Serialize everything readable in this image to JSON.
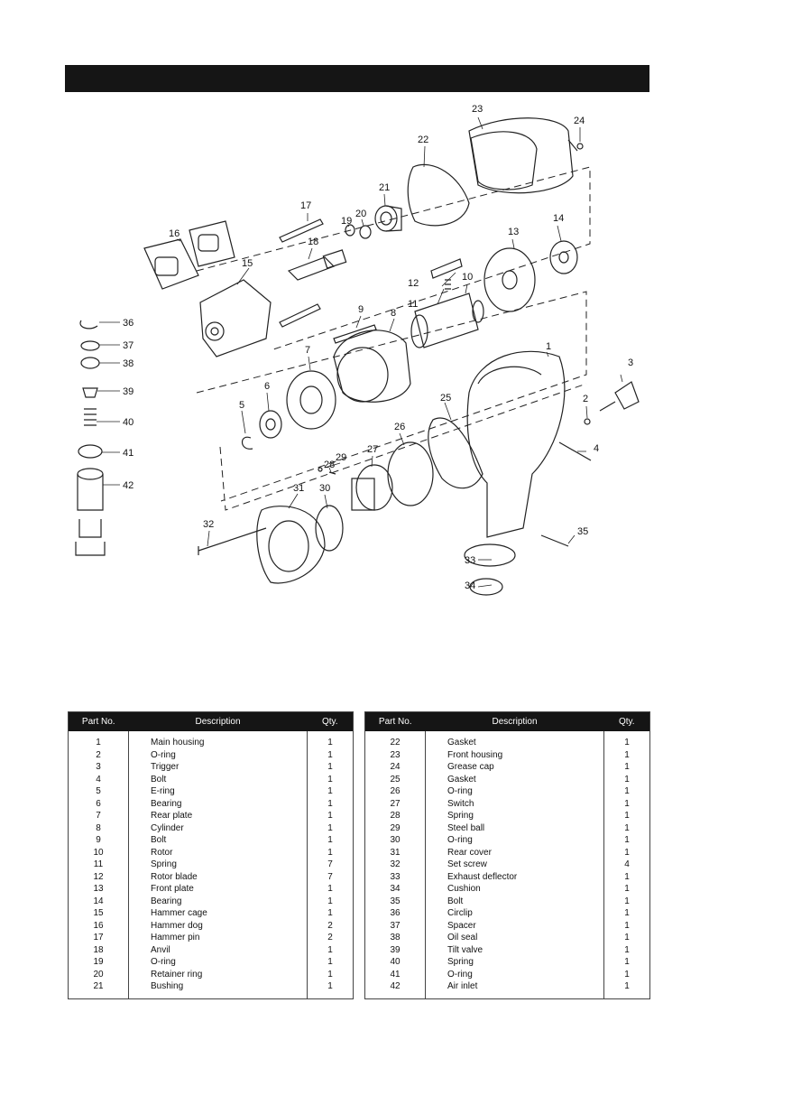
{
  "callouts": [
    "1",
    "2",
    "3",
    "4",
    "5",
    "6",
    "7",
    "8",
    "9",
    "10",
    "11",
    "12",
    "13",
    "14",
    "15",
    "16",
    "17",
    "18",
    "19",
    "20",
    "21",
    "22",
    "23",
    "24",
    "25",
    "26",
    "27",
    "28",
    "29",
    "30",
    "31",
    "32",
    "33",
    "34",
    "35",
    "36",
    "37",
    "38",
    "39",
    "40",
    "41",
    "42"
  ],
  "table_headers": {
    "part_no": "Part No.",
    "description": "Description",
    "qty": "Qty."
  },
  "parts_left": [
    {
      "no": "1",
      "desc": "Main housing",
      "qty": "1"
    },
    {
      "no": "2",
      "desc": "O-ring",
      "qty": "1"
    },
    {
      "no": "3",
      "desc": "Trigger",
      "qty": "1"
    },
    {
      "no": "4",
      "desc": "Bolt",
      "qty": "1"
    },
    {
      "no": "5",
      "desc": "E-ring",
      "qty": "1"
    },
    {
      "no": "6",
      "desc": "Bearing",
      "qty": "1"
    },
    {
      "no": "7",
      "desc": "Rear plate",
      "qty": "1"
    },
    {
      "no": "8",
      "desc": "Cylinder",
      "qty": "1"
    },
    {
      "no": "9",
      "desc": "Bolt",
      "qty": "1"
    },
    {
      "no": "10",
      "desc": "Rotor",
      "qty": "1"
    },
    {
      "no": "11",
      "desc": "Spring",
      "qty": "7"
    },
    {
      "no": "12",
      "desc": "Rotor blade",
      "qty": "7"
    },
    {
      "no": "13",
      "desc": "Front plate",
      "qty": "1"
    },
    {
      "no": "14",
      "desc": "Bearing",
      "qty": "1"
    },
    {
      "no": "15",
      "desc": "Hammer cage",
      "qty": "1"
    },
    {
      "no": "16",
      "desc": "Hammer dog",
      "qty": "2"
    },
    {
      "no": "17",
      "desc": "Hammer pin",
      "qty": "2"
    },
    {
      "no": "18",
      "desc": "Anvil",
      "qty": "1"
    },
    {
      "no": "19",
      "desc": "O-ring",
      "qty": "1"
    },
    {
      "no": "20",
      "desc": "Retainer ring",
      "qty": "1"
    },
    {
      "no": "21",
      "desc": "Bushing",
      "qty": "1"
    }
  ],
  "parts_right": [
    {
      "no": "22",
      "desc": "Gasket",
      "qty": "1"
    },
    {
      "no": "23",
      "desc": "Front housing",
      "qty": "1"
    },
    {
      "no": "24",
      "desc": "Grease cap",
      "qty": "1"
    },
    {
      "no": "25",
      "desc": "Gasket",
      "qty": "1"
    },
    {
      "no": "26",
      "desc": "O-ring",
      "qty": "1"
    },
    {
      "no": "27",
      "desc": "Switch",
      "qty": "1"
    },
    {
      "no": "28",
      "desc": "Spring",
      "qty": "1"
    },
    {
      "no": "29",
      "desc": "Steel ball",
      "qty": "1"
    },
    {
      "no": "30",
      "desc": "O-ring",
      "qty": "1"
    },
    {
      "no": "31",
      "desc": "Rear cover",
      "qty": "1"
    },
    {
      "no": "32",
      "desc": "Set screw",
      "qty": "4"
    },
    {
      "no": "33",
      "desc": "Exhaust deflector",
      "qty": "1"
    },
    {
      "no": "34",
      "desc": "Cushion",
      "qty": "1"
    },
    {
      "no": "35",
      "desc": "Bolt",
      "qty": "1"
    },
    {
      "no": "36",
      "desc": "Circlip",
      "qty": "1"
    },
    {
      "no": "37",
      "desc": "Spacer",
      "qty": "1"
    },
    {
      "no": "38",
      "desc": "Oil seal",
      "qty": "1"
    },
    {
      "no": "39",
      "desc": "Tilt valve",
      "qty": "1"
    },
    {
      "no": "40",
      "desc": "Spring",
      "qty": "1"
    },
    {
      "no": "41",
      "desc": "O-ring",
      "qty": "1"
    },
    {
      "no": "42",
      "desc": "Air inlet",
      "qty": "1"
    }
  ]
}
